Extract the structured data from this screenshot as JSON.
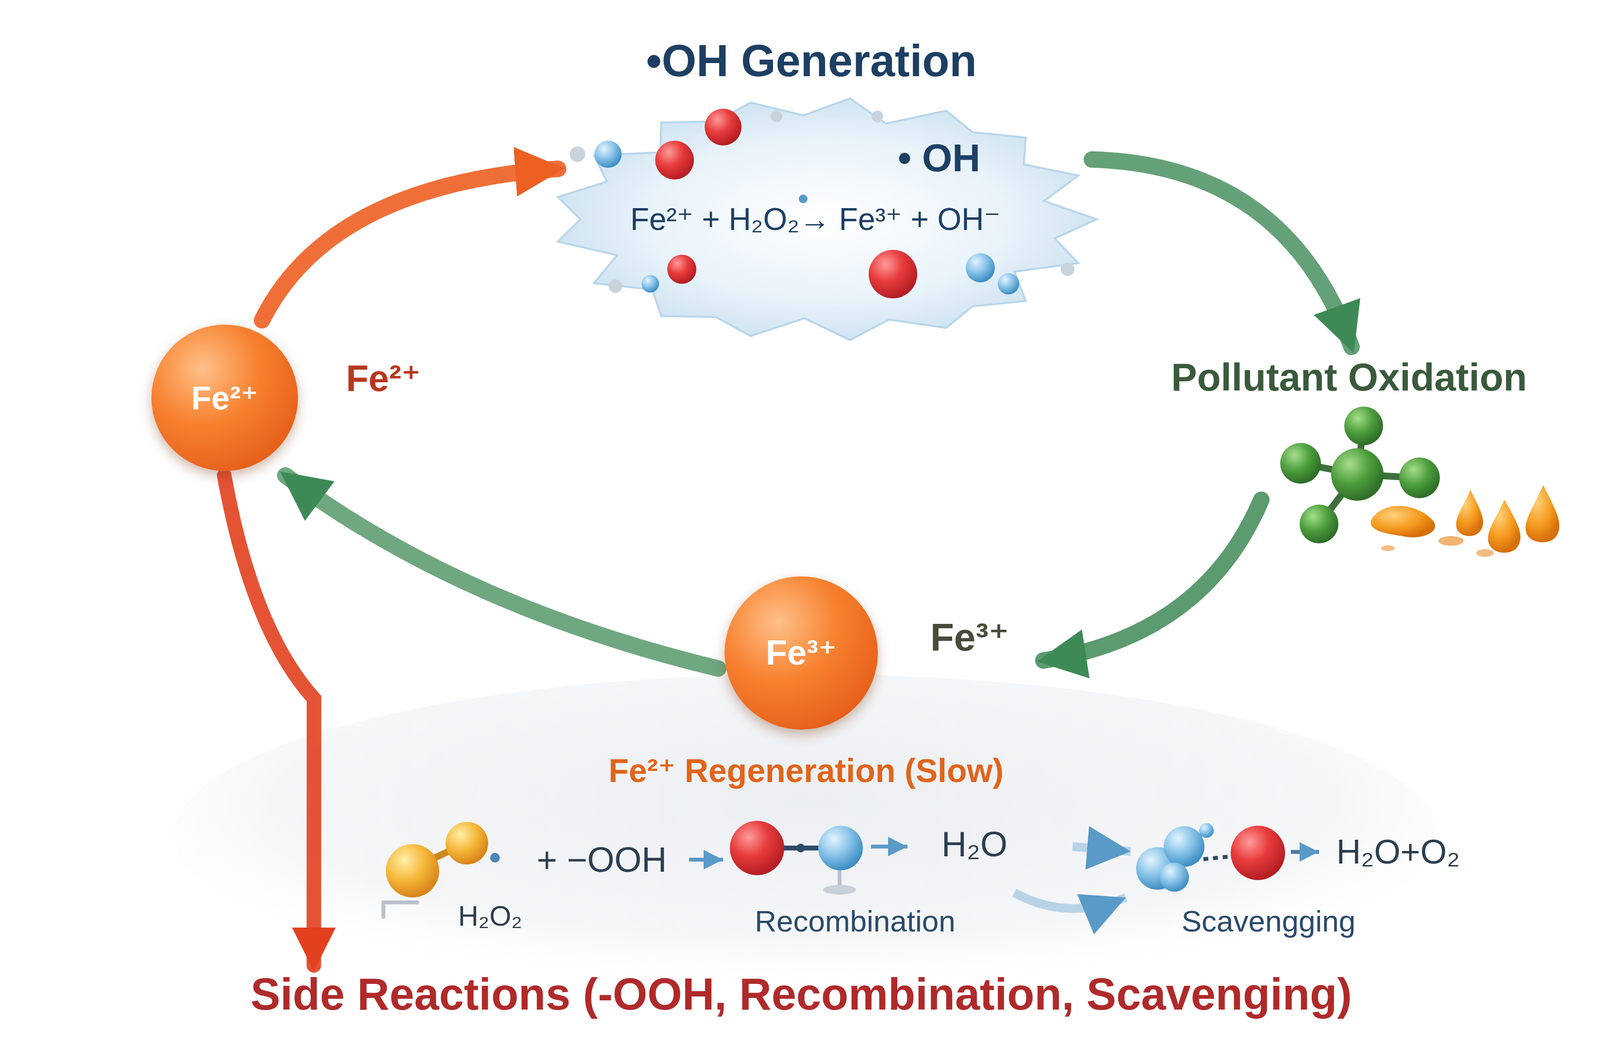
{
  "diagram": {
    "nodes": [
      {
        "text": [
          "Fe²⁺",
          "Fe²⁺"
        ]
      },
      {
        "text": [
          "•OH Generation",
          "• OH",
          "Fe²⁺ + H₂O₂→ Fe³⁺ + OH⁻"
        ]
      },
      {
        "text": [
          "Pollutant Oxidation"
        ]
      },
      {
        "text": [
          "Fe³⁺",
          "Fe³⁺"
        ]
      },
      {
        "text": [
          "Side Reactions (-OOH, Recombination, Scavenging)"
        ]
      }
    ],
    "edges": [
      {
        "from": 0,
        "to": 1,
        "arrow": "to"
      },
      {
        "from": 1,
        "to": 2,
        "arrow": "to"
      },
      {
        "from": 2,
        "to": 3,
        "arrow": "to"
      },
      {
        "from": 3,
        "to": 0,
        "arrow": "to"
      },
      {
        "from": 0,
        "to": 4,
        "arrow": "to"
      }
    ],
    "labels": [
      "Fe²⁺ Regeneration (Slow)",
      "H₂O₂",
      "+ −OOH",
      "H₂O",
      "Recombination",
      "H₂O+O₂",
      "Scavengging"
    ]
  }
}
